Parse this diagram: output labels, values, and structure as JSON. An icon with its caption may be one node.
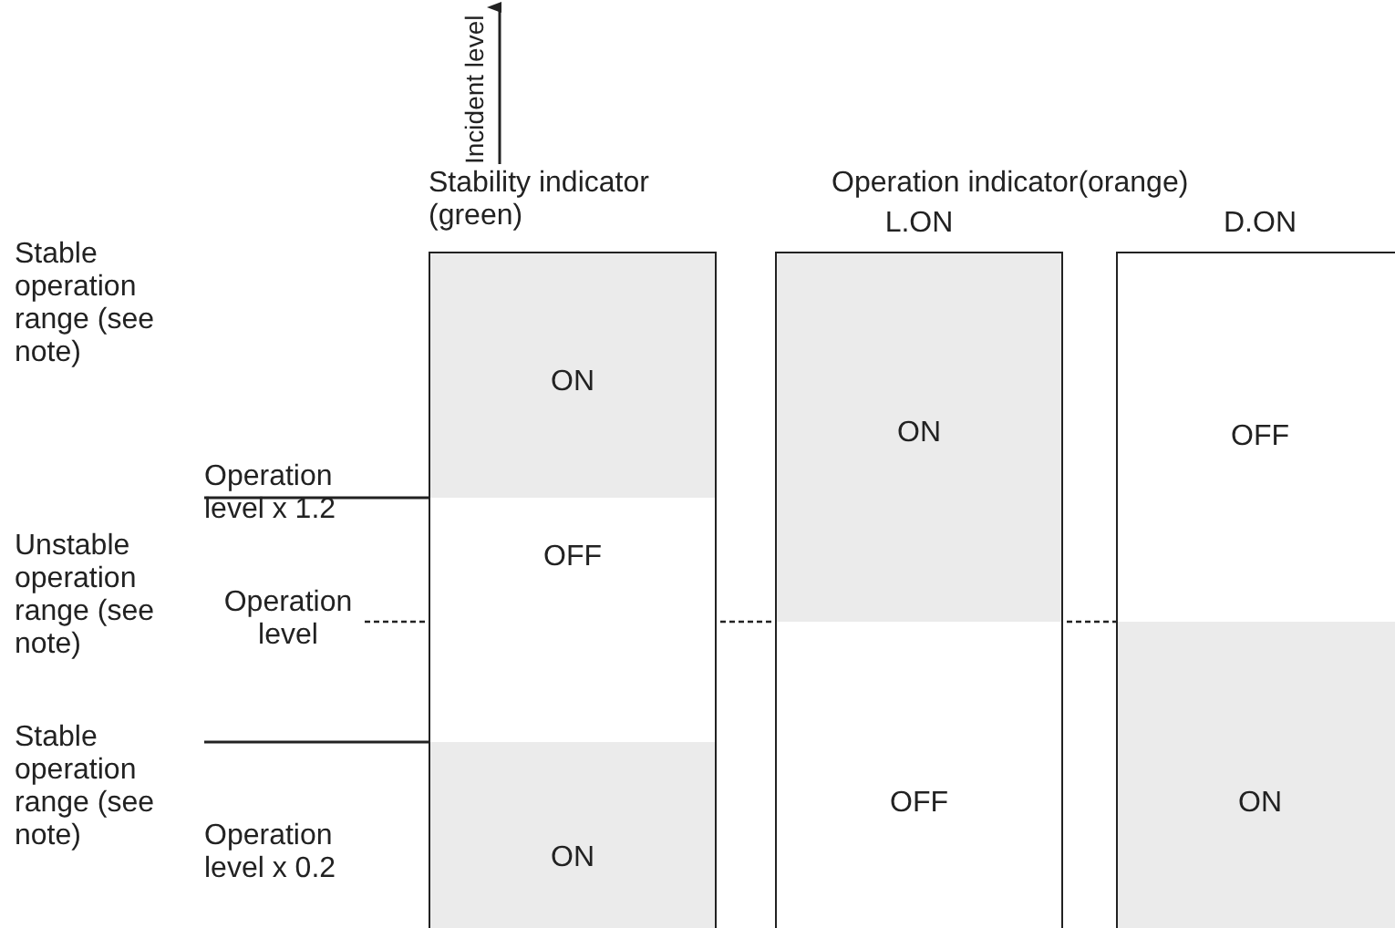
{
  "diagram": {
    "nodes": [
      {
        "text": [
          "ON"
        ]
      },
      {
        "text": [
          "OFF"
        ]
      },
      {
        "text": [
          "ON"
        ]
      },
      {
        "text": [
          "ON"
        ]
      },
      {
        "text": [
          "OFF"
        ]
      },
      {
        "text": [
          "OFF"
        ]
      },
      {
        "text": [
          "ON"
        ]
      }
    ],
    "labels": [
      "Incident level",
      "Stability indicator (green)",
      "Operation indicator(orange)",
      "L.ON",
      "D.ON",
      "Stable operation range (see note)",
      "Operation level x 1.2",
      "Unstable operation range (see note)",
      "Operation level",
      "Stable operation range (see note)",
      "Operation level x 0.2"
    ]
  }
}
